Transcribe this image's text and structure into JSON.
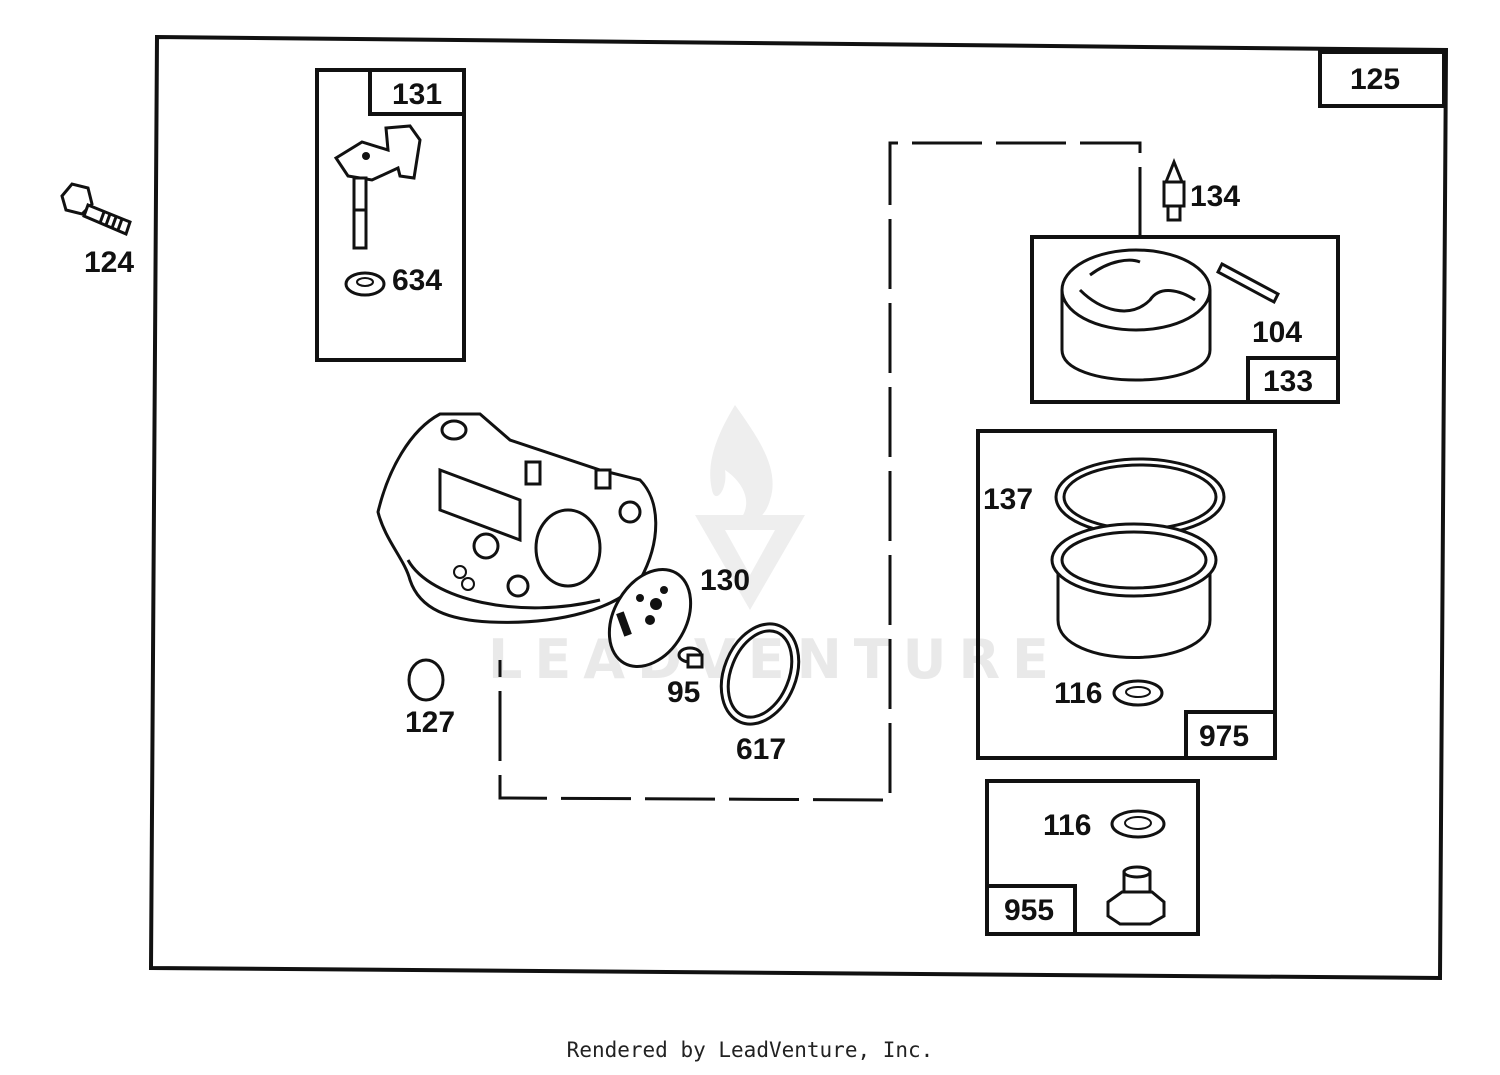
{
  "watermark": {
    "text": "LEADVENTURE"
  },
  "footer": {
    "text": "Rendered by LeadVenture, Inc."
  },
  "labels": {
    "p124": "124",
    "p125": "125",
    "p131": "131",
    "p634": "634",
    "p134": "134",
    "p104": "104",
    "p133": "133",
    "p130": "130",
    "p95": "95",
    "p617": "617",
    "p127": "127",
    "p137": "137",
    "p116a": "116",
    "p975": "975",
    "p116b": "116",
    "p955": "955"
  }
}
